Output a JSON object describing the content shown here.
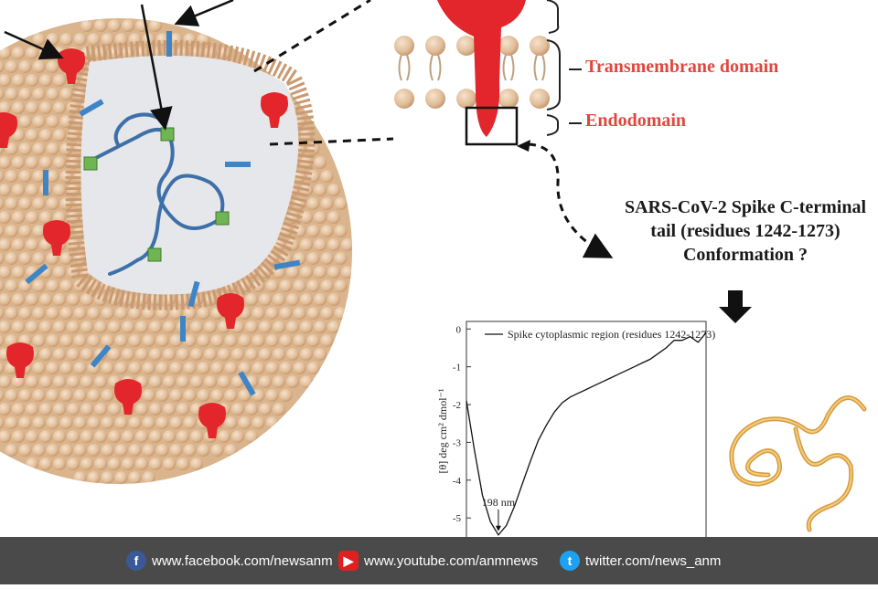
{
  "labels": {
    "transmembrane": "Transmembrane domain",
    "endodomain": "Endodomain",
    "question_line1": "SARS-CoV-2 Spike C-terminal",
    "question_line2": "tail (residues 1242-1273)",
    "question_line3": "Conformation ?"
  },
  "chart_data": {
    "type": "line",
    "legend": "Spike cytoplasmic region (residues 1242-1273)",
    "ylabel": "[θ] deg cm² dmol⁻¹",
    "yticks": [
      "0",
      "-1",
      "-2",
      "-3",
      "-4",
      "-5"
    ],
    "ylim": [
      -5.6,
      0.2
    ],
    "xlim": [
      190,
      250
    ],
    "annotation": "198 nm",
    "series": [
      {
        "x": [
          190,
          192,
          194,
          196,
          198,
          200,
          202,
          204,
          206,
          208,
          210,
          212,
          214,
          216,
          218,
          220,
          222,
          224,
          226,
          228,
          230,
          232,
          234,
          236,
          238,
          240,
          242,
          244,
          246,
          248,
          250
        ],
        "values": [
          -1.9,
          -3.2,
          -4.4,
          -5.1,
          -5.45,
          -5.2,
          -4.7,
          -4.1,
          -3.5,
          -2.95,
          -2.55,
          -2.2,
          -1.95,
          -1.8,
          -1.7,
          -1.6,
          -1.5,
          -1.4,
          -1.3,
          -1.2,
          -1.1,
          -1.0,
          -0.9,
          -0.8,
          -0.65,
          -0.5,
          -0.3,
          -0.3,
          -0.2,
          -0.35,
          -0.1
        ]
      }
    ]
  },
  "footer": {
    "facebook": "www.facebook.com/newsanm",
    "youtube": "www.youtube.com/anmnews",
    "twitter": "twitter.com/news_anm"
  },
  "colors": {
    "lipid": "#e3c3a1",
    "spike": "#e3262b",
    "membrane_protein": "#3d85c6",
    "rna": "#3d6fa8",
    "nucleocapsid": "#6fb553",
    "label_red": "#e0483f",
    "footer_bg": "#4a4a4a"
  }
}
